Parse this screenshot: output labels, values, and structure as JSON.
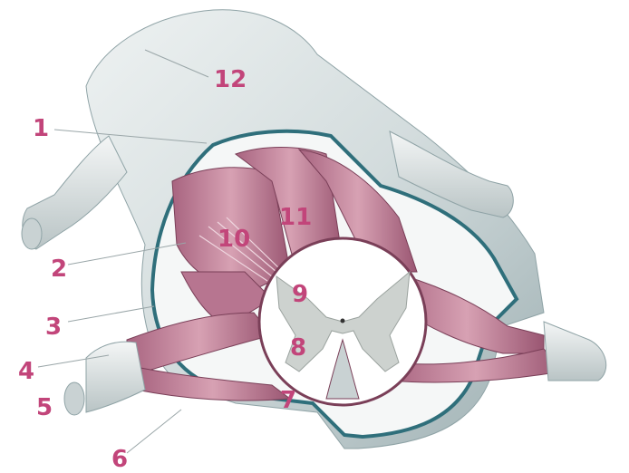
{
  "colors": {
    "label": "#c2457a",
    "dura": "#d6dfe0",
    "dura_shadow": "#9fb0b3",
    "dura_edge": "#3b7e8a",
    "root": "#c78a9d",
    "root_dark": "#7a3f58",
    "gray_matter": "#cfd3d0",
    "white_matter": "#ffffff",
    "leader": "#9aa6a8"
  },
  "labels": [
    {
      "id": "label-1",
      "text": "1"
    },
    {
      "id": "label-2",
      "text": "2"
    },
    {
      "id": "label-3",
      "text": "3"
    },
    {
      "id": "label-4",
      "text": "4"
    },
    {
      "id": "label-5",
      "text": "5"
    },
    {
      "id": "label-6",
      "text": "6"
    },
    {
      "id": "label-7",
      "text": "7"
    },
    {
      "id": "label-8",
      "text": "8"
    },
    {
      "id": "label-9",
      "text": "9"
    },
    {
      "id": "label-10",
      "text": "10"
    },
    {
      "id": "label-11",
      "text": "11"
    },
    {
      "id": "label-12",
      "text": "12"
    }
  ]
}
